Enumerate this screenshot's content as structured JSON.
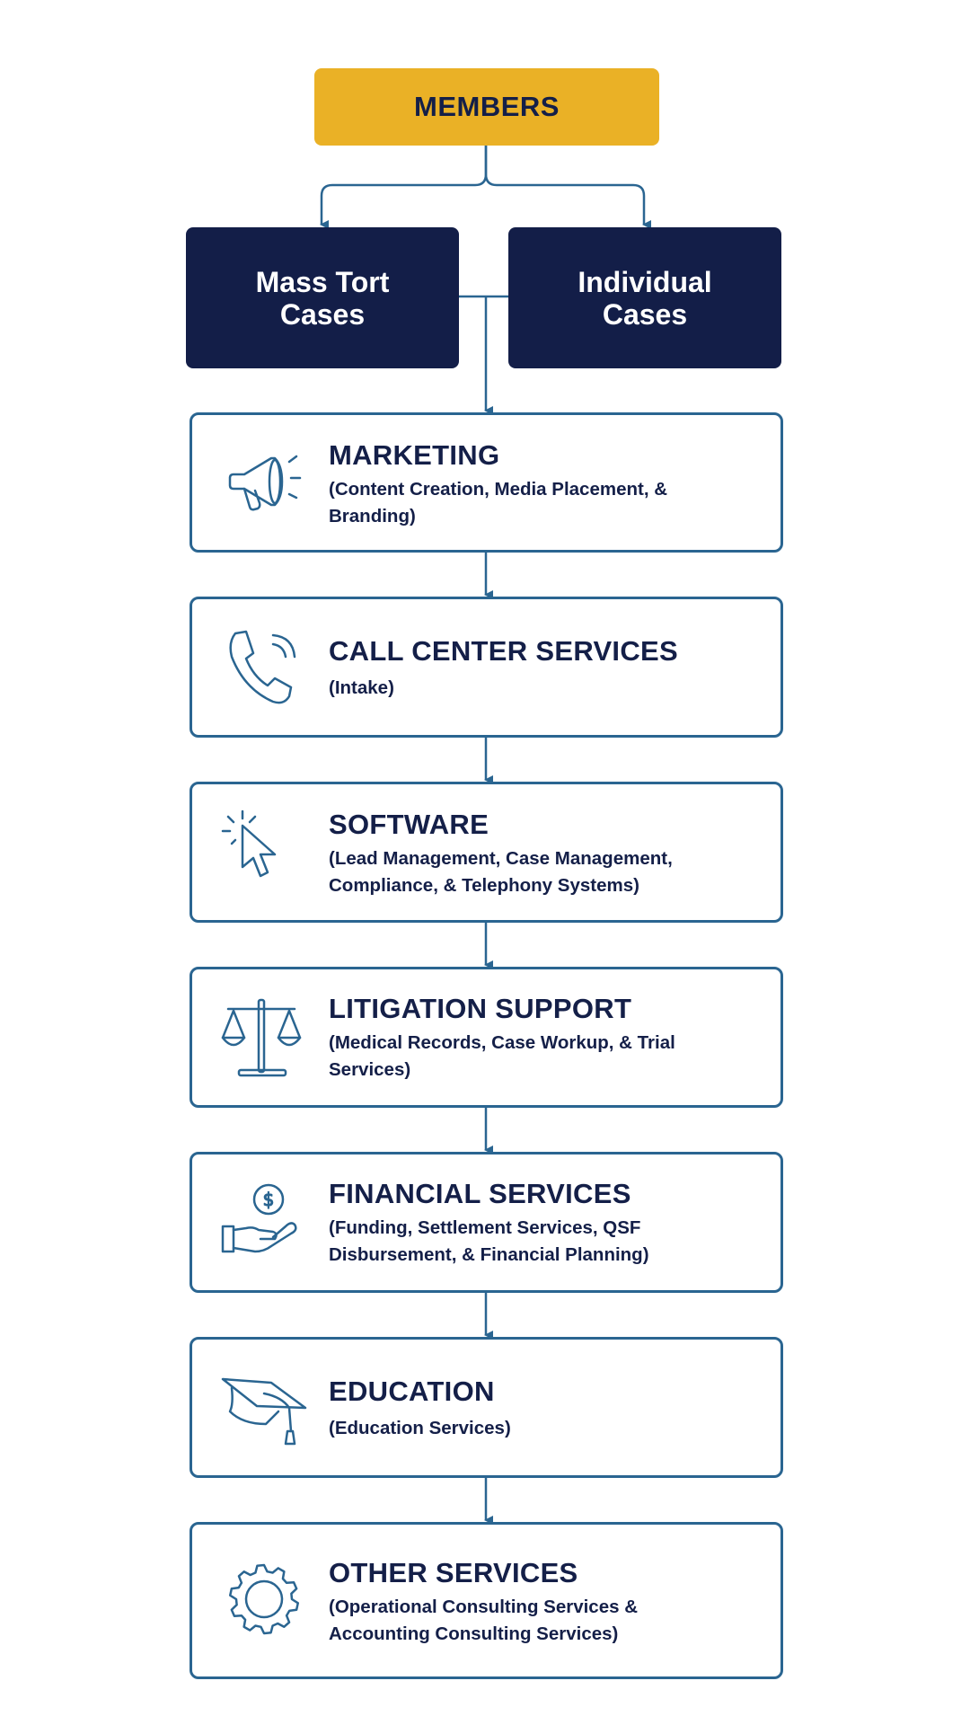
{
  "top_node": {
    "label": "MEMBERS"
  },
  "case_types": [
    {
      "label": "Mass Tort Cases"
    },
    {
      "label": "Individual Cases"
    }
  ],
  "services": [
    {
      "title": "MARKETING",
      "description": "(Content Creation, Media Placement, & Branding)",
      "icon": "megaphone-icon"
    },
    {
      "title": "CALL CENTER SERVICES",
      "description": "(Intake)",
      "icon": "phone-icon"
    },
    {
      "title": "SOFTWARE",
      "description": "(Lead Management, Case Management, Compliance, & Telephony Systems)",
      "icon": "cursor-click-icon"
    },
    {
      "title": "LITIGATION SUPPORT",
      "description": "(Medical Records, Case Workup, & Trial Services)",
      "icon": "scales-icon"
    },
    {
      "title": "FINANCIAL SERVICES",
      "description": "(Funding, Settlement Services, QSF Disbursement, & Financial Planning)",
      "icon": "hand-coin-icon"
    },
    {
      "title": "EDUCATION",
      "description": "(Education Services)",
      "icon": "graduation-cap-icon"
    },
    {
      "title": "OTHER SERVICES",
      "description": "(Operational Consulting Services & Accounting Consulting Services)",
      "icon": "gear-icon"
    }
  ],
  "colors": {
    "members_fill": "#eab126",
    "case_fill": "#131e48",
    "service_border": "#2a6591",
    "text": "#141f48",
    "connector": "#2a6591"
  }
}
